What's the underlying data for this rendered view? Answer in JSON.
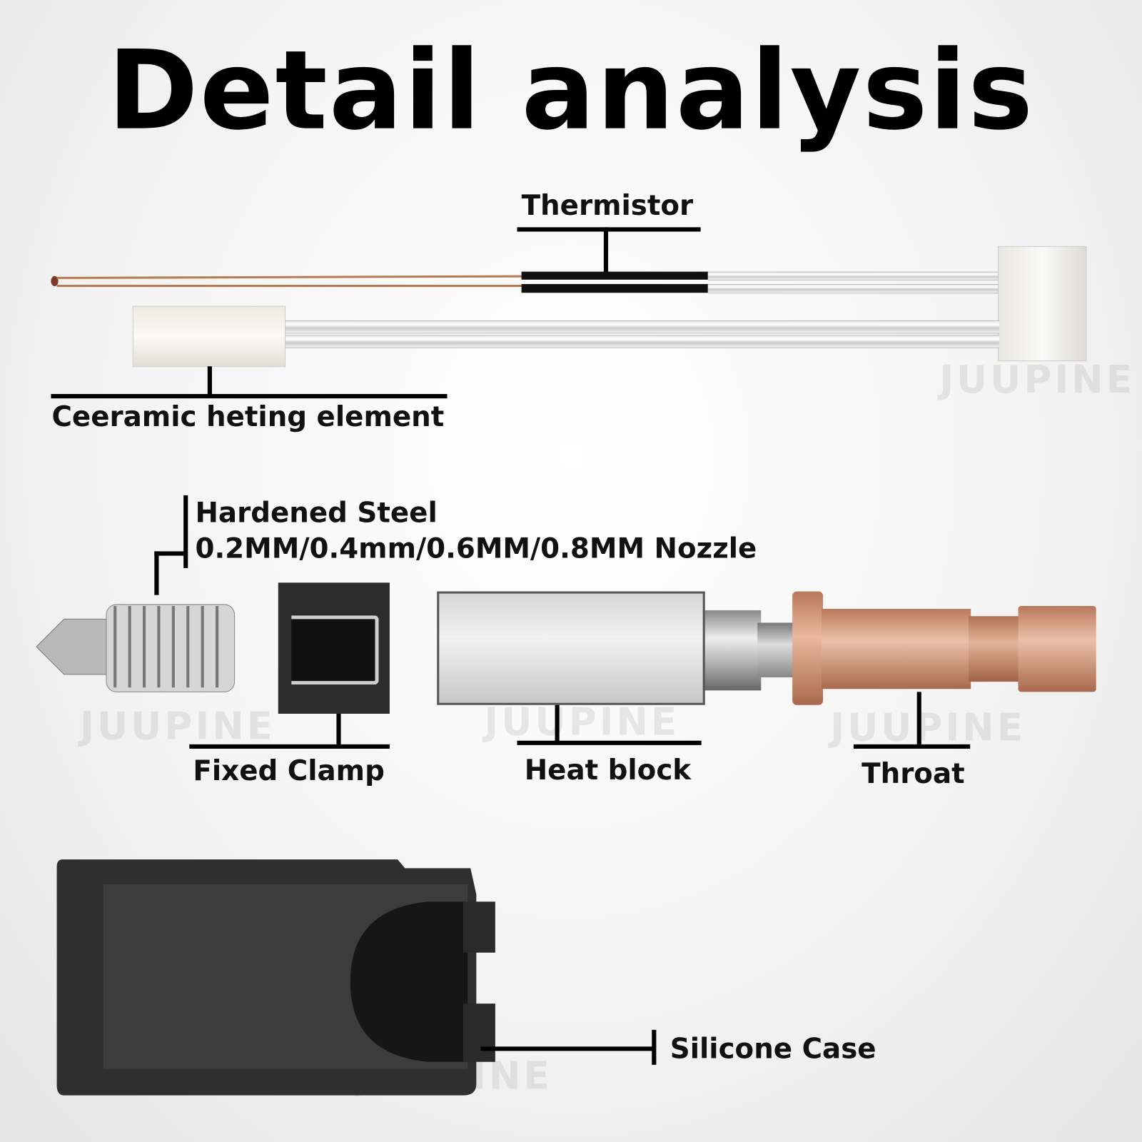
{
  "title": "Detail analysis",
  "labels": {
    "thermistor": "Thermistor",
    "ceramic": "Ceeramic heting element",
    "nozzle_line1": "Hardened Steel",
    "nozzle_line2": "0.2MM/0.4mm/0.6MM/0.8MM Nozzle",
    "clamp": "Fixed Clamp",
    "heat_block": "Heat block",
    "throat": "Throat",
    "silicone": "Silicone Case"
  },
  "watermark": "JUUPINE",
  "colors": {
    "copper": "#c98a6a",
    "case": "#3a3a3a",
    "text": "#111111"
  }
}
